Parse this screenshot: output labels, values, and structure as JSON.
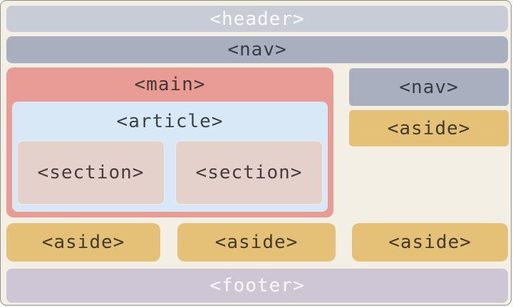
{
  "diagram": {
    "title_hint": "HTML semantic layout diagram",
    "colors": {
      "background": "#f3efe4",
      "frame_border": "#8f9188",
      "header_bg": "#c7ccd6",
      "nav_bg": "#a9afbe",
      "main_bg": "#e89c93",
      "article_bg": "#d9e8f6",
      "section_bg": "#e4d1cb",
      "aside_bg": "#e5c178",
      "footer_bg": "#cec5d5",
      "light_text": "#fbfbfc",
      "dark_text": "#3c3e43"
    },
    "header": {
      "label": "<header>"
    },
    "nav_top": {
      "label": "<nav>"
    },
    "main": {
      "label": "<main>"
    },
    "article": {
      "label": "<article>"
    },
    "sections": [
      {
        "label": "<section>"
      },
      {
        "label": "<section>"
      }
    ],
    "nav_side": {
      "label": "<nav>"
    },
    "aside_side": {
      "label": "<aside>"
    },
    "asides_bottom": [
      {
        "label": "<aside>"
      },
      {
        "label": "<aside>"
      },
      {
        "label": "<aside>"
      }
    ],
    "footer": {
      "label": "<footer>"
    }
  }
}
